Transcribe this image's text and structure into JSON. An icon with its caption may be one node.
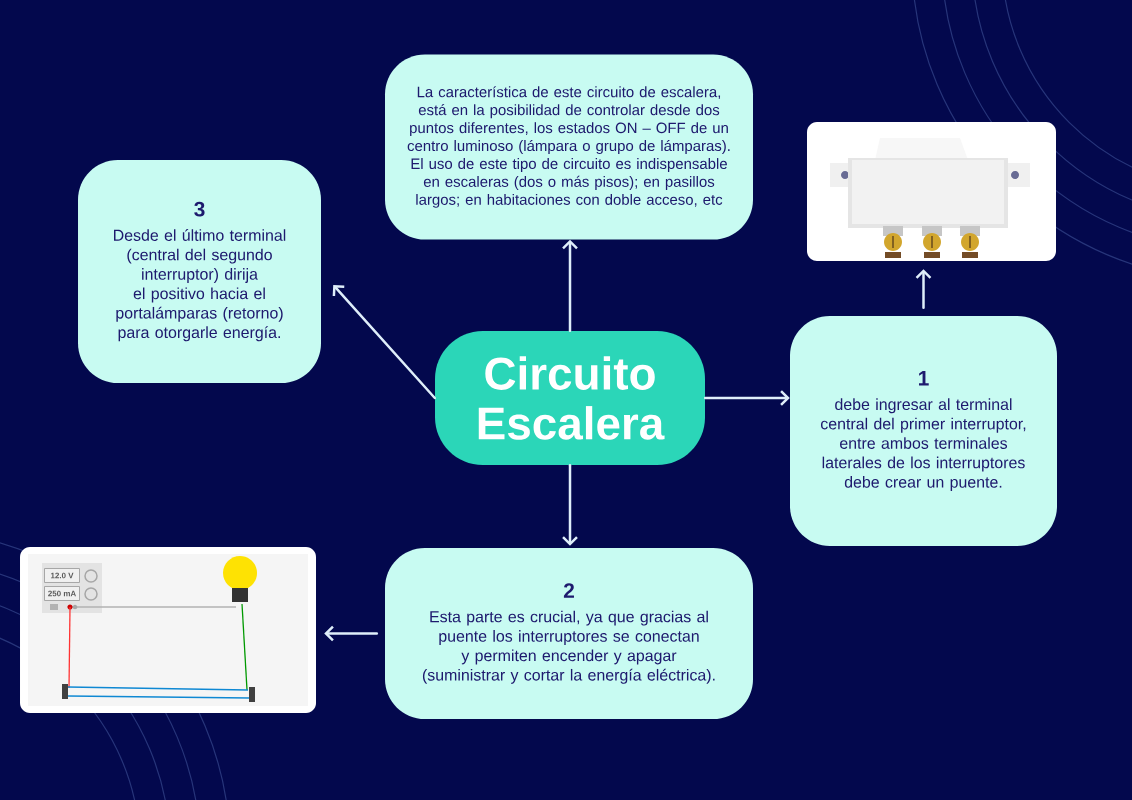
{
  "diagram": {
    "nodes": [
      {
        "text": [
          "Circuito Escalera"
        ]
      },
      {
        "text": [
          "La característica de este circuito de escalera, está en la posibilidad de controlar desde dos puntos diferentes, los estados ON – OFF de un centro luminoso (lámpara o grupo de lámparas).",
          "El uso de este tipo de circuito es indispensable en escaleras (dos o más pisos); en pasillos largos; en habitaciones con doble acceso, etc"
        ]
      },
      {
        "text": [
          "3",
          "Desde el último terminal (central del segundo interruptor) dirija el positivo hacia el portalámparas (retorno) para otorgarle energía."
        ]
      },
      {
        "text": [],
        "shape": "picture"
      },
      {
        "text": [
          "1",
          "debe ingresar al terminal central del primer interruptor, entre ambos terminales laterales de los interruptores debe crear un puente."
        ]
      },
      {
        "text": [
          "2",
          "Esta parte es crucial, ya que gracias al puente los interruptores se conectan y permiten encender y apagar (suministrar y cortar la energía eléctrica)."
        ]
      },
      {
        "text": [],
        "shape": "picture"
      }
    ],
    "edges": [
      {
        "from": 0,
        "to": 1,
        "arrow": "to"
      },
      {
        "from": 0,
        "to": 2,
        "arrow": "to"
      },
      {
        "from": 0,
        "to": 4,
        "arrow": "to"
      },
      {
        "from": 4,
        "to": 3,
        "arrow": "to"
      },
      {
        "from": 0,
        "to": 5,
        "arrow": "to"
      },
      {
        "from": 5,
        "to": 6,
        "arrow": "to"
      }
    ],
    "labels": [
      "12.0 V",
      "250 mA"
    ]
  }
}
